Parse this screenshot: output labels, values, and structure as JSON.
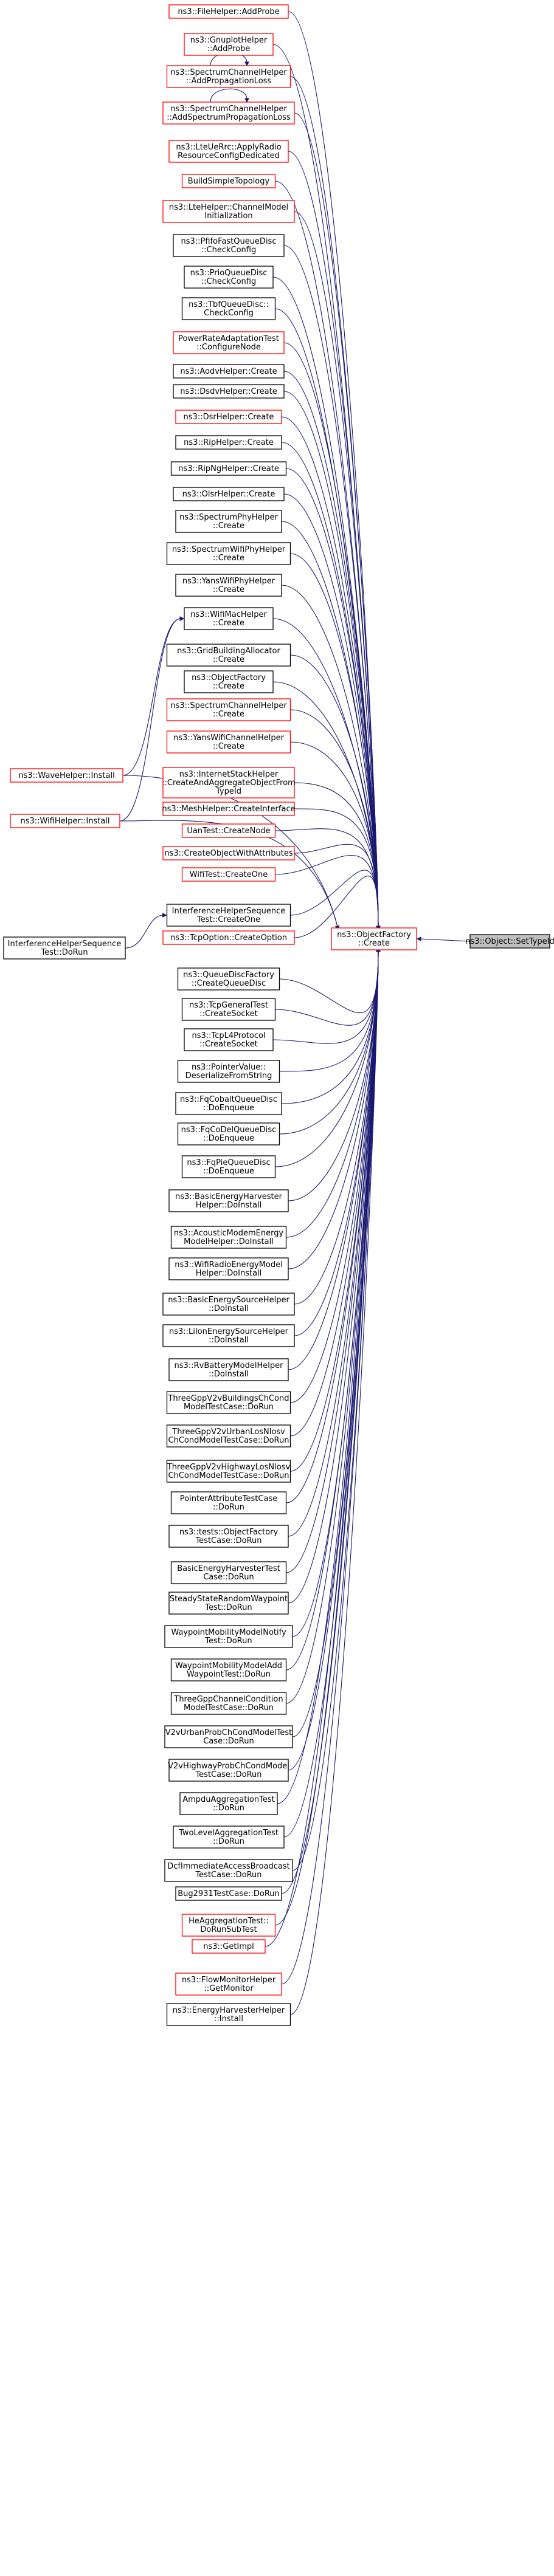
{
  "title": "ns3::Object::SetTypeId",
  "colors": {
    "edge": "#191970",
    "node_border_default": "#000000",
    "node_border_truncated": "#ff0000",
    "target_fill": "#bfbfbf",
    "node_fill": "#ffffff",
    "background": "#ffffff"
  },
  "target": {
    "id": "t",
    "lines": [
      "ns3::Object::SetTypeId"
    ]
  },
  "hub": {
    "id": "f",
    "lines": [
      "ns3::ObjectFactory",
      "::Create"
    ],
    "red": true
  },
  "nodes": [
    {
      "id": "n01",
      "lines": [
        "ns3::FileHelper::AddProbe"
      ],
      "red": true
    },
    {
      "id": "n02",
      "lines": [
        "ns3::GnuplotHelper",
        "::AddProbe"
      ],
      "red": true
    },
    {
      "id": "n03",
      "lines": [
        "ns3::SpectrumChannelHelper",
        "::AddPropagationLoss"
      ],
      "red": true,
      "selfloop": true
    },
    {
      "id": "n04",
      "lines": [
        "ns3::SpectrumChannelHelper",
        "::AddSpectrumPropagationLoss"
      ],
      "red": true,
      "selfloop": true
    },
    {
      "id": "n05",
      "lines": [
        "ns3::LteUeRrc::ApplyRadio",
        "ResourceConfigDedicated"
      ],
      "red": true
    },
    {
      "id": "n06",
      "lines": [
        "BuildSimpleTopology"
      ],
      "red": true
    },
    {
      "id": "n07",
      "lines": [
        "ns3::LteHelper::ChannelModel",
        "Initialization"
      ],
      "red": true
    },
    {
      "id": "n08",
      "lines": [
        "ns3::PfifoFastQueueDisc",
        "::CheckConfig"
      ],
      "red": false
    },
    {
      "id": "n09",
      "lines": [
        "ns3::PrioQueueDisc",
        "::CheckConfig"
      ],
      "red": false
    },
    {
      "id": "n10",
      "lines": [
        "ns3::TbfQueueDisc::",
        "CheckConfig"
      ],
      "red": false
    },
    {
      "id": "n11",
      "lines": [
        "PowerRateAdaptationTest",
        "::ConfigureNode"
      ],
      "red": true
    },
    {
      "id": "n12",
      "lines": [
        "ns3::AodvHelper::Create"
      ],
      "red": false
    },
    {
      "id": "n13",
      "lines": [
        "ns3::DsdvHelper::Create"
      ],
      "red": false
    },
    {
      "id": "n14",
      "lines": [
        "ns3::DsrHelper::Create"
      ],
      "red": true
    },
    {
      "id": "n15",
      "lines": [
        "ns3::RipHelper::Create"
      ],
      "red": false
    },
    {
      "id": "n16",
      "lines": [
        "ns3::RipNgHelper::Create"
      ],
      "red": false
    },
    {
      "id": "n17",
      "lines": [
        "ns3::OlsrHelper::Create"
      ],
      "red": false
    },
    {
      "id": "n18",
      "lines": [
        "ns3::SpectrumPhyHelper",
        "::Create"
      ],
      "red": false
    },
    {
      "id": "n19",
      "lines": [
        "ns3::SpectrumWifiPhyHelper",
        "::Create"
      ],
      "red": false
    },
    {
      "id": "n20",
      "lines": [
        "ns3::YansWifiPhyHelper",
        "::Create"
      ],
      "red": false
    },
    {
      "id": "n21",
      "lines": [
        "ns3::WifiMacHelper",
        "::Create"
      ],
      "red": false
    },
    {
      "id": "n22",
      "lines": [
        "ns3::GridBuildingAllocator",
        "::Create"
      ],
      "red": false
    },
    {
      "id": "n23",
      "lines": [
        "ns3::ObjectFactory",
        "::Create"
      ],
      "red": false
    },
    {
      "id": "n24",
      "lines": [
        "ns3::SpectrumChannelHelper",
        "::Create"
      ],
      "red": true
    },
    {
      "id": "n25",
      "lines": [
        "ns3::YansWifiChannelHelper",
        "::Create"
      ],
      "red": true
    },
    {
      "id": "n26",
      "lines": [
        "ns3::InternetStackHelper",
        "::CreateAndAggregateObjectFrom",
        "TypeId"
      ],
      "red": true
    },
    {
      "id": "n27",
      "lines": [
        "ns3::MeshHelper::CreateInterface"
      ],
      "red": true
    },
    {
      "id": "n28",
      "lines": [
        "UanTest::CreateNode"
      ],
      "red": true
    },
    {
      "id": "n29",
      "lines": [
        "ns3::CreateObjectWithAttributes"
      ],
      "red": true
    },
    {
      "id": "n30",
      "lines": [
        "WifiTest::CreateOne"
      ],
      "red": true
    },
    {
      "id": "n31",
      "lines": [
        "InterferenceHelperSequence",
        "Test::CreateOne"
      ],
      "red": false
    },
    {
      "id": "n32",
      "lines": [
        "ns3::TcpOption::CreateOption"
      ],
      "red": true
    },
    {
      "id": "n33",
      "lines": [
        "ns3::QueueDiscFactory",
        "::CreateQueueDisc"
      ],
      "red": false
    },
    {
      "id": "n34",
      "lines": [
        "ns3::TcpGeneralTest",
        "::CreateSocket"
      ],
      "red": false
    },
    {
      "id": "n35",
      "lines": [
        "ns3::TcpL4Protocol",
        "::CreateSocket"
      ],
      "red": false
    },
    {
      "id": "n36",
      "lines": [
        "ns3::PointerValue::",
        "DeserializeFromString"
      ],
      "red": false
    },
    {
      "id": "n37",
      "lines": [
        "ns3::FqCobaltQueueDisc",
        "::DoEnqueue"
      ],
      "red": false
    },
    {
      "id": "n38",
      "lines": [
        "ns3::FqCoDelQueueDisc",
        "::DoEnqueue"
      ],
      "red": false
    },
    {
      "id": "n39",
      "lines": [
        "ns3::FqPieQueueDisc",
        "::DoEnqueue"
      ],
      "red": false
    },
    {
      "id": "n40",
      "lines": [
        "ns3::BasicEnergyHarvester",
        "Helper::DoInstall"
      ],
      "red": false
    },
    {
      "id": "n41",
      "lines": [
        "ns3::AcousticModemEnergy",
        "ModelHelper::DoInstall"
      ],
      "red": false
    },
    {
      "id": "n42",
      "lines": [
        "ns3::WifiRadioEnergyModel",
        "Helper::DoInstall"
      ],
      "red": false
    },
    {
      "id": "n43",
      "lines": [
        "ns3::BasicEnergySourceHelper",
        "::DoInstall"
      ],
      "red": false
    },
    {
      "id": "n44",
      "lines": [
        "ns3::LiIonEnergySourceHelper",
        "::DoInstall"
      ],
      "red": false
    },
    {
      "id": "n45",
      "lines": [
        "ns3::RvBatteryModelHelper",
        "::DoInstall"
      ],
      "red": false
    },
    {
      "id": "n46",
      "lines": [
        "ThreeGppV2vBuildingsChCond",
        "ModelTestCase::DoRun"
      ],
      "red": false
    },
    {
      "id": "n47",
      "lines": [
        "ThreeGppV2vUrbanLosNlosv",
        "ChCondModelTestCase::DoRun"
      ],
      "red": false
    },
    {
      "id": "n48",
      "lines": [
        "ThreeGppV2vHighwayLosNlosv",
        "ChCondModelTestCase::DoRun"
      ],
      "red": false
    },
    {
      "id": "n49",
      "lines": [
        "PointerAttributeTestCase",
        "::DoRun"
      ],
      "red": false
    },
    {
      "id": "n50",
      "lines": [
        "ns3::tests::ObjectFactory",
        "TestCase::DoRun"
      ],
      "red": false
    },
    {
      "id": "n51",
      "lines": [
        "BasicEnergyHarvesterTest",
        "Case::DoRun"
      ],
      "red": false
    },
    {
      "id": "n52",
      "lines": [
        "SteadyStateRandomWaypoint",
        "Test::DoRun"
      ],
      "red": false
    },
    {
      "id": "n53",
      "lines": [
        "WaypointMobilityModelNotify",
        "Test::DoRun"
      ],
      "red": false
    },
    {
      "id": "n54",
      "lines": [
        "WaypointMobilityModelAdd",
        "WaypointTest::DoRun"
      ],
      "red": false
    },
    {
      "id": "n55",
      "lines": [
        "ThreeGppChannelCondition",
        "ModelTestCase::DoRun"
      ],
      "red": false
    },
    {
      "id": "n56",
      "lines": [
        "V2vUrbanProbChCondModelTest",
        "Case::DoRun"
      ],
      "red": false
    },
    {
      "id": "n57",
      "lines": [
        "V2vHighwayProbChCondModel",
        "TestCase::DoRun"
      ],
      "red": false
    },
    {
      "id": "n58",
      "lines": [
        "AmpduAggregationTest",
        "::DoRun"
      ],
      "red": false
    },
    {
      "id": "n59",
      "lines": [
        "TwoLevelAggregationTest",
        "::DoRun"
      ],
      "red": false
    },
    {
      "id": "n60",
      "lines": [
        "DcfImmediateAccessBroadcast",
        "TestCase::DoRun"
      ],
      "red": false
    },
    {
      "id": "n61",
      "lines": [
        "Bug2931TestCase::DoRun"
      ],
      "red": false
    },
    {
      "id": "n62",
      "lines": [
        "HeAggregationTest::",
        "DoRunSubTest"
      ],
      "red": true
    },
    {
      "id": "n63",
      "lines": [
        "ns3::GetImpl"
      ],
      "red": true
    },
    {
      "id": "n64",
      "lines": [
        "ns3::FlowMonitorHelper",
        "::GetMonitor"
      ],
      "red": true
    },
    {
      "id": "n65",
      "lines": [
        "ns3::EnergyHarvesterHelper",
        "::Install"
      ],
      "red": false
    }
  ],
  "side_nodes": [
    {
      "id": "w1",
      "lines": [
        "ns3::WaveHelper::Install"
      ],
      "red": true,
      "calls": "n21"
    },
    {
      "id": "w2",
      "lines": [
        "ns3::WifiHelper::Install"
      ],
      "red": true,
      "calls": "n21"
    },
    {
      "id": "w3",
      "lines": [
        "InterferenceHelperSequence",
        "Test::DoRun"
      ],
      "red": false,
      "calls": "n31"
    }
  ]
}
